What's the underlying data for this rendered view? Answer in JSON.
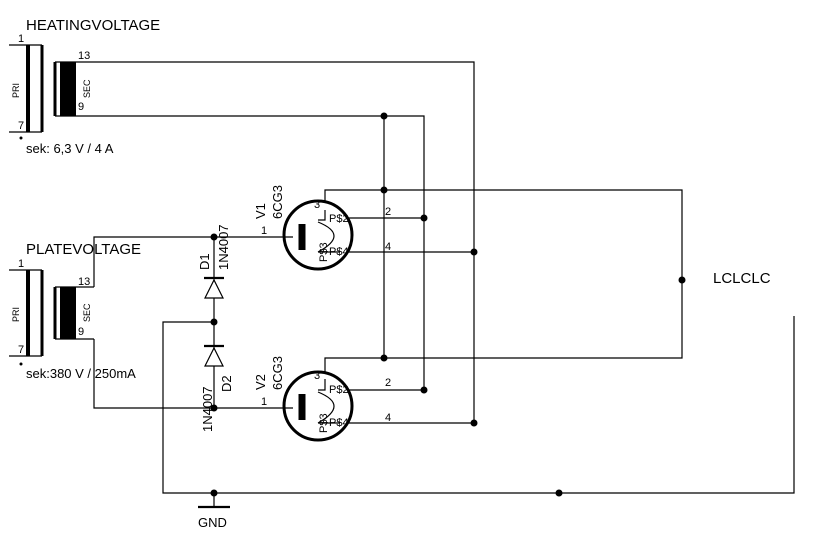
{
  "title_heating": "HEATINGVOLTAGE",
  "title_plate": "PLATEVOLTAGE",
  "note_heating": "sek: 6,3 V / 4 A",
  "note_plate": "sek:380 V / 250mA",
  "net_label": "LCLCLC",
  "gnd_label": "GND",
  "transformer": {
    "pri": "PRI",
    "sec": "SEC",
    "pin_pri_top": "1",
    "pin_pri_bottom": "7",
    "pin_sec_top": "13",
    "pin_sec_bottom": "9"
  },
  "d1": {
    "ref": "D1",
    "part": "1N4007"
  },
  "d2": {
    "ref": "D2",
    "part": "1N4007"
  },
  "v1": {
    "ref": "V1",
    "part": "6CG3"
  },
  "v2": {
    "ref": "V2",
    "part": "6CG3"
  },
  "tube_pins": {
    "grid": "1",
    "heater_a": "2",
    "cathode": "3",
    "heater_b": "4",
    "p2": "P$2",
    "p3": "P$3",
    "p4": "P$4"
  }
}
